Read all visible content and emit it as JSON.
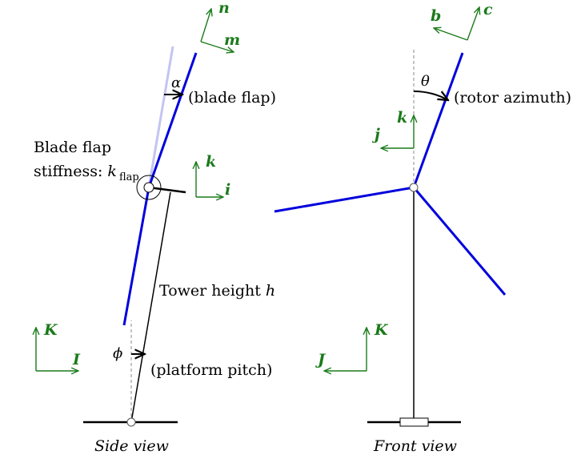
{
  "side_view": {
    "caption": "Side view",
    "angles": {
      "alpha": {
        "symbol": "α",
        "label": "(blade flap)"
      },
      "phi": {
        "symbol": "ϕ",
        "label": "(platform pitch)"
      }
    },
    "stiffness": {
      "line1": "Blade flap",
      "line2_prefix": "stiffness: ",
      "symbol": "k",
      "subscript": "flap"
    },
    "tower": {
      "label_prefix": "Tower height ",
      "symbol": "h"
    },
    "frames": {
      "blade": [
        "n",
        "m"
      ],
      "nacelle": [
        "k",
        "i"
      ],
      "inertial": [
        "K",
        "I"
      ]
    }
  },
  "front_view": {
    "caption": "Front view",
    "angles": {
      "theta": {
        "symbol": "θ",
        "label": "(rotor azimuth)"
      }
    },
    "frames": {
      "blade": [
        "b",
        "c"
      ],
      "rotor": [
        "k",
        "j"
      ],
      "inertial": [
        "K",
        "J"
      ]
    }
  },
  "colors": {
    "blade": "#0000dd",
    "blade_ghost": "#c4c4f2",
    "frame": "#1a7a1a",
    "structure": "#000000",
    "guide": "#888888"
  }
}
